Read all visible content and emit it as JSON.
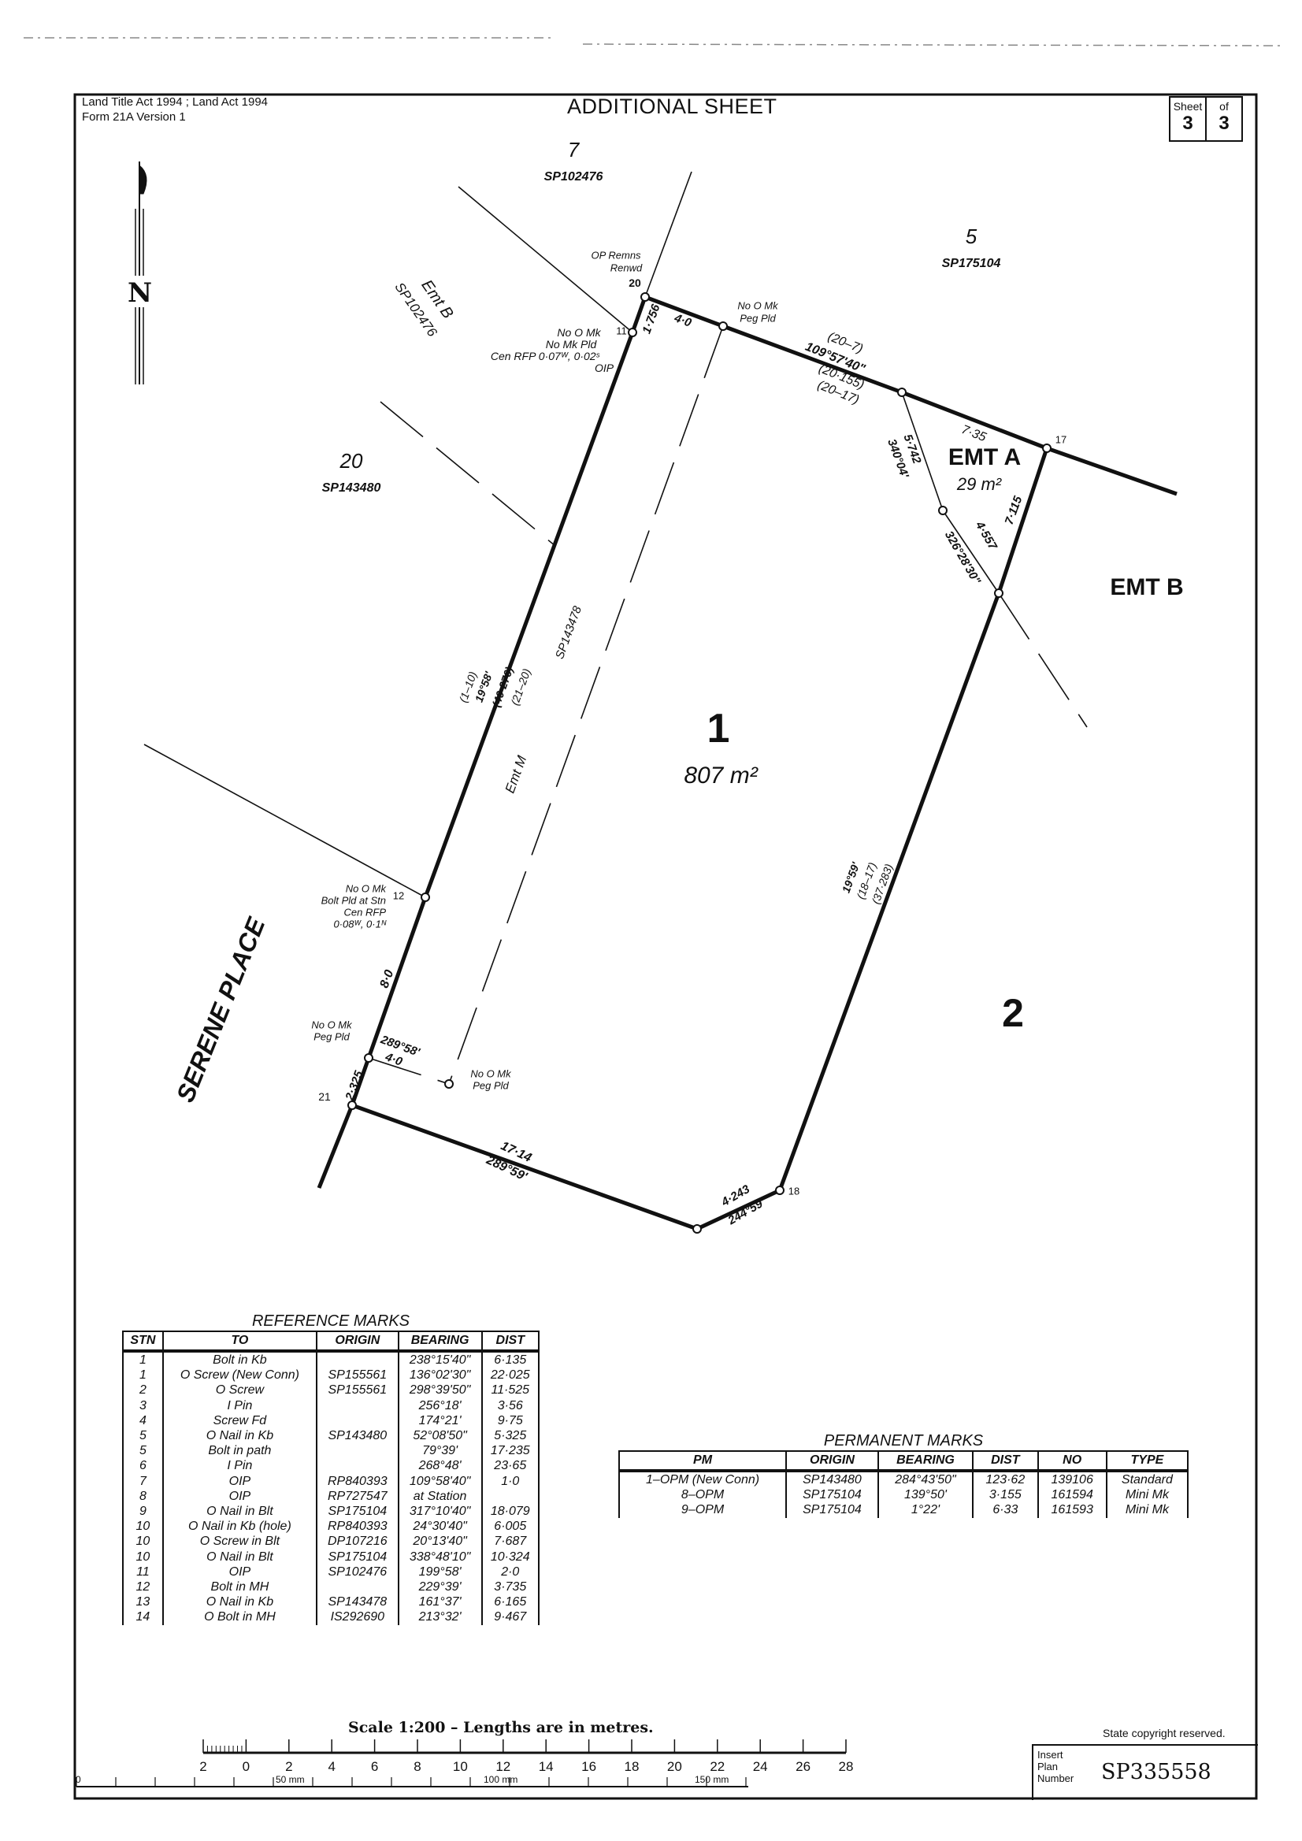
{
  "header": {
    "act_line": "Land Title Act 1994 ;  Land Act 1994",
    "form_line": "Form 21A Version 1",
    "title": "ADDITIONAL SHEET",
    "sheet_label": "Sheet",
    "sheet_number": "3",
    "of_label": "of",
    "sheet_total": "3"
  },
  "north_arrow": {
    "label": "N"
  },
  "plan_labels": {
    "lot7": "7",
    "lot7_plan": "SP102476",
    "lot5": "5",
    "lot5_plan": "SP175104",
    "op_remns": "OP Remns",
    "renwd": "Renwd",
    "stn20": "20",
    "emt_b_left": "Emt B",
    "emt_b_left_plan": "SP102476",
    "stn11_a": "No O Mk",
    "stn11_b": "No Mk Pld",
    "stn11_c": "Cen RFP 0·07ᵂ, 0·02ˢ",
    "stn11_d": "OIP",
    "stn11": "11",
    "dist_1756": "1·756",
    "dist_40a": "4·0",
    "peg_top_a": "No O Mk",
    "peg_top_b": "Peg Pld",
    "brg_top_a": "(20–7)",
    "brg_top_b": "109°57'40\"",
    "brg_top_c": "(20·155)",
    "brg_top_d": "(20–17)",
    "dist_735": "7·35",
    "emt_a": "EMT A",
    "emt_a_area": "29 m²",
    "stn17": "17",
    "dist_5742": "5·742",
    "brg_34004": "340°04'",
    "dist_4557": "4·557",
    "brg_3262830": "326°28'30\"",
    "dist_7115": "7·115",
    "emt_b": "EMT B",
    "lot20": "20",
    "lot20_plan": "SP143480",
    "sp143478": "SP143478",
    "left_a": "(1–10)",
    "left_b": "19°58'",
    "left_c": "(40·276)",
    "left_d": "(21–20)",
    "emt_m": "Emt M",
    "lot1": "1",
    "lot1_area": "807 m²",
    "right_a": "19°59'",
    "right_b": "(18–17)",
    "right_c": "(37·283)",
    "lot2": "2",
    "stn12_a": "No O Mk",
    "stn12_b": "Bolt Pld at Stn",
    "stn12_c": "Cen RFP",
    "stn12_d": "0·08ᵂ, 0·1ᴺ",
    "stn12": "12",
    "road": "SERENE PLACE",
    "dist_80": "8·0",
    "peg_left_a": "No O Mk",
    "peg_left_b": "Peg Pld",
    "brg_28958": "289°58'",
    "dist_40b": "4·0",
    "peg_inner_a": "No O Mk",
    "peg_inner_b": "Peg Pld",
    "dist_2325": "2·325",
    "stn21": "21",
    "dist_1714": "17·14",
    "brg_28959": "289°59'",
    "dist_4243": "4·243",
    "brg_24459": "244°59'",
    "stn18": "18"
  },
  "reference_marks": {
    "title": "REFERENCE MARKS",
    "columns": [
      "STN",
      "TO",
      "ORIGIN",
      "BEARING",
      "DIST"
    ],
    "rows": [
      [
        "1",
        "Bolt in Kb",
        "",
        "238°15'40\"",
        "6·135"
      ],
      [
        "1",
        "O Screw (New Conn)",
        "SP155561",
        "136°02'30\"",
        "22·025"
      ],
      [
        "2",
        "O Screw",
        "SP155561",
        "298°39'50\"",
        "11·525"
      ],
      [
        "3",
        "I Pin",
        "",
        "256°18'",
        "3·56"
      ],
      [
        "4",
        "Screw Fd",
        "",
        "174°21'",
        "9·75"
      ],
      [
        "5",
        "O Nail in Kb",
        "SP143480",
        "52°08'50\"",
        "5·325"
      ],
      [
        "5",
        "Bolt in path",
        "",
        "79°39'",
        "17·235"
      ],
      [
        "6",
        "I Pin",
        "",
        "268°48'",
        "23·65"
      ],
      [
        "7",
        "OIP",
        "RP840393",
        "109°58'40\"",
        "1·0"
      ],
      [
        "8",
        "OIP",
        "RP727547",
        "at Station",
        ""
      ],
      [
        "9",
        "O Nail in Blt",
        "SP175104",
        "317°10'40\"",
        "18·079"
      ],
      [
        "10",
        "O Nail in Kb (hole)",
        "RP840393",
        "24°30'40\"",
        "6·005"
      ],
      [
        "10",
        "O Screw in Blt",
        "DP107216",
        "20°13'40\"",
        "7·687"
      ],
      [
        "10",
        "O Nail in Blt",
        "SP175104",
        "338°48'10\"",
        "10·324"
      ],
      [
        "11",
        "OIP",
        "SP102476",
        "199°58'",
        "2·0"
      ],
      [
        "12",
        "Bolt in MH",
        "",
        "229°39'",
        "3·735"
      ],
      [
        "13",
        "O Nail in Kb",
        "SP143478",
        "161°37'",
        "6·165"
      ],
      [
        "14",
        "O Bolt in MH",
        "IS292690",
        "213°32'",
        "9·467"
      ]
    ]
  },
  "permanent_marks": {
    "title": "PERMANENT MARKS",
    "columns": [
      "PM",
      "ORIGIN",
      "BEARING",
      "DIST",
      "NO",
      "TYPE"
    ],
    "rows": [
      [
        "1–OPM (New Conn)",
        "SP143480",
        "284°43'50\"",
        "123·62",
        "139106",
        "Standard"
      ],
      [
        "8–OPM",
        "SP175104",
        "139°50'",
        "3·155",
        "161594",
        "Mini Mk"
      ],
      [
        "9–OPM",
        "SP175104",
        "1°22'",
        "6·33",
        "161593",
        "Mini Mk"
      ]
    ]
  },
  "scale": {
    "title": "Scale 1:200  –  Lengths are in metres.",
    "ticks": [
      "2",
      "0",
      "2",
      "4",
      "6",
      "8",
      "10",
      "12",
      "14",
      "16",
      "18",
      "20",
      "22",
      "24",
      "26",
      "28"
    ],
    "mm_zero": "0",
    "mm_50": "50 mm",
    "mm_100": "100 mm",
    "mm_150": "150 mm"
  },
  "footer": {
    "copyright": "State copyright reserved.",
    "insert_label": "Insert\nPlan\nNumber",
    "plan_number": "SP335558"
  }
}
